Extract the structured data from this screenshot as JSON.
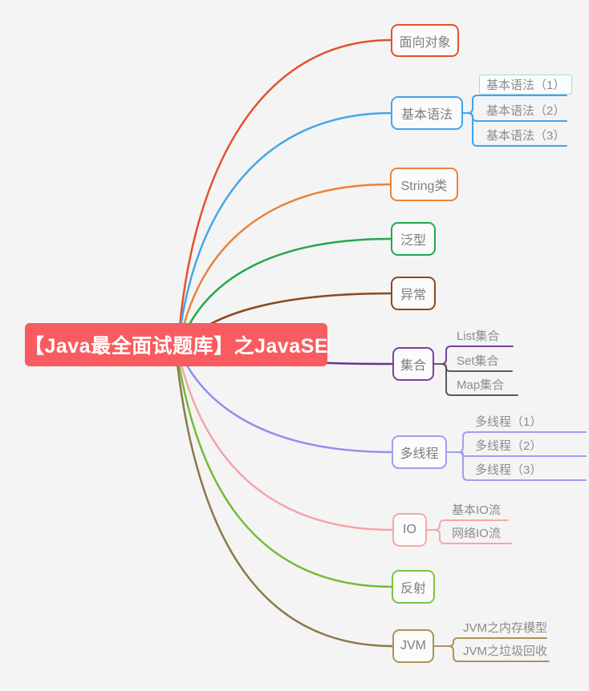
{
  "background_color": "#f4f4f4",
  "root": {
    "label": "【Java最全面试题库】之JavaSE",
    "bg_color": "#f85c60",
    "text_color": "#ffffff"
  },
  "selection": {
    "border_color": "#a9d8da",
    "fill_color": "#fafdfd"
  },
  "topics": [
    {
      "id": "oop",
      "label": "面向对象",
      "color": "#e4512c",
      "line_color": "#e4512c",
      "children": []
    },
    {
      "id": "basic-syntax",
      "label": "基本语法",
      "color": "#41a5ee",
      "line_color": "#45a7e8",
      "children": [
        {
          "label": "基本语法（1）",
          "line_color": "#41a5ee",
          "selected": true
        },
        {
          "label": "基本语法（2）",
          "line_color": "#41a5ee"
        },
        {
          "label": "基本语法（3）",
          "line_color": "#41a5ee"
        }
      ]
    },
    {
      "id": "string-class",
      "label": "String类",
      "color": "#e8833f",
      "line_color": "#e8833f",
      "children": []
    },
    {
      "id": "generics",
      "label": "泛型",
      "color": "#23a84b",
      "line_color": "#23a84b",
      "children": []
    },
    {
      "id": "exception",
      "label": "异常",
      "color": "#8a4a20",
      "line_color": "#8a4a20",
      "children": []
    },
    {
      "id": "collection",
      "label": "集合",
      "color": "#7b3fa0",
      "line_color": "#6d3391",
      "children": [
        {
          "label": "List集合",
          "line_color": "#7b3fa0"
        },
        {
          "label": "Set集合",
          "line_color": "#5a5a5a"
        },
        {
          "label": "Map集合",
          "line_color": "#5a5a5a"
        }
      ]
    },
    {
      "id": "multithread",
      "label": "多线程",
      "color": "#9f9fef",
      "line_color": "#8f8ff2",
      "children": [
        {
          "label": "多线程（1）",
          "line_color": "#9f9fef"
        },
        {
          "label": "多线程（2）",
          "line_color": "#9f9fef"
        },
        {
          "label": "多线程（3）",
          "line_color": "#9f9fef"
        }
      ]
    },
    {
      "id": "io",
      "label": "IO",
      "color": "#f5a8a8",
      "line_color": "#f8a3a6",
      "children": [
        {
          "label": "基本IO流",
          "line_color": "#f5a8a8"
        },
        {
          "label": "网络IO流",
          "line_color": "#f5a8a8"
        }
      ]
    },
    {
      "id": "reflection",
      "label": "反射",
      "color": "#7cc444",
      "line_color": "#74bb35",
      "children": []
    },
    {
      "id": "jvm",
      "label": "JVM",
      "color": "#ad9358",
      "line_color": "#8b7848",
      "children": [
        {
          "label": "JVM之内存模型",
          "line_color": "#ad9358"
        },
        {
          "label": "JVM之垃圾回收",
          "line_color": "#ad9358"
        }
      ]
    }
  ]
}
